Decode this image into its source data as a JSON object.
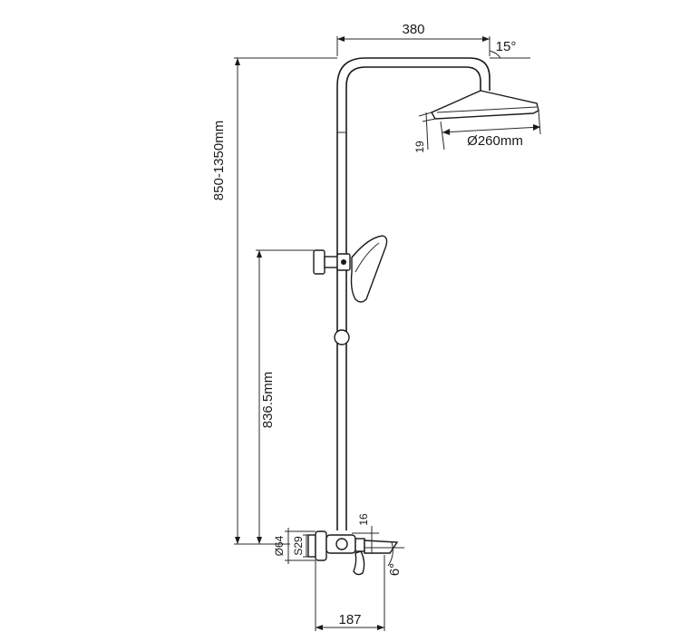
{
  "dimensions": {
    "arm_length": "380",
    "head_angle": "15°",
    "head_thickness": "19",
    "head_diameter": "Ø260mm",
    "total_height": "850-1350mm",
    "holder_height": "836.5mm",
    "mixer_diameter": "Ø64",
    "mixer_socket": "S29",
    "spout_offset": "16",
    "spout_angle": "6°",
    "mixer_projection": "187"
  }
}
